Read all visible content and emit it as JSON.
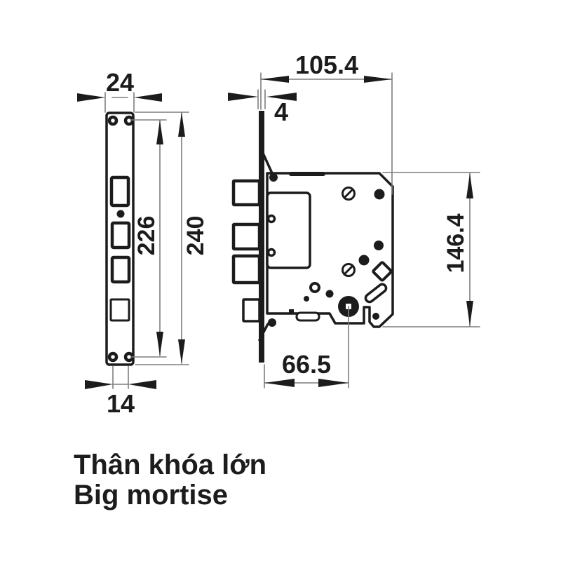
{
  "drawing": {
    "caption": {
      "vi": "Thân khóa lớn",
      "en": "Big mortise"
    },
    "front_view": {
      "dims": {
        "plate_width": "24",
        "screw_hole_span": "226",
        "plate_height": "240",
        "screw_hole_spacing": "14"
      }
    },
    "side_view": {
      "dims": {
        "body_depth": "105.4",
        "faceplate_thickness": "4",
        "body_height": "146.4",
        "spindle_offset": "66.5"
      }
    },
    "colors": {
      "outline": "#1c1c1c",
      "dimension_line": "#7d7d7d",
      "background": "#ffffff"
    }
  }
}
